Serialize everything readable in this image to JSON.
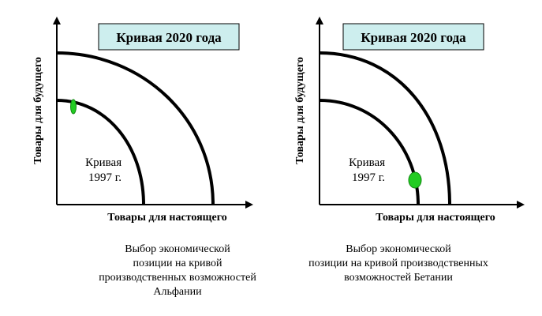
{
  "colors": {
    "title_box_fill": "#cdeeee",
    "marker_fill": "#22cc22",
    "line": "#000000"
  },
  "left_panel": {
    "title": "Кривая 2020 года",
    "y_axis_label": "Товары для будущего",
    "x_axis_label": "Товары для настоящего",
    "curve_label_line1": "Кривая",
    "curve_label_line2": "1997 г.",
    "caption_lines": [
      "Выбор экономической",
      "позиции на кривой",
      "производственных возможностей",
      "Альфании"
    ]
  },
  "right_panel": {
    "title": "Кривая 2020 года",
    "y_axis_label": "Товары для будущего",
    "x_axis_label": "Товары для настоящего",
    "curve_label_line1": "Кривая",
    "curve_label_line2": "1997 г.",
    "caption_lines": [
      "Выбор экономической",
      "позиции на кривой производственных",
      "возможностей Бетании"
    ]
  }
}
